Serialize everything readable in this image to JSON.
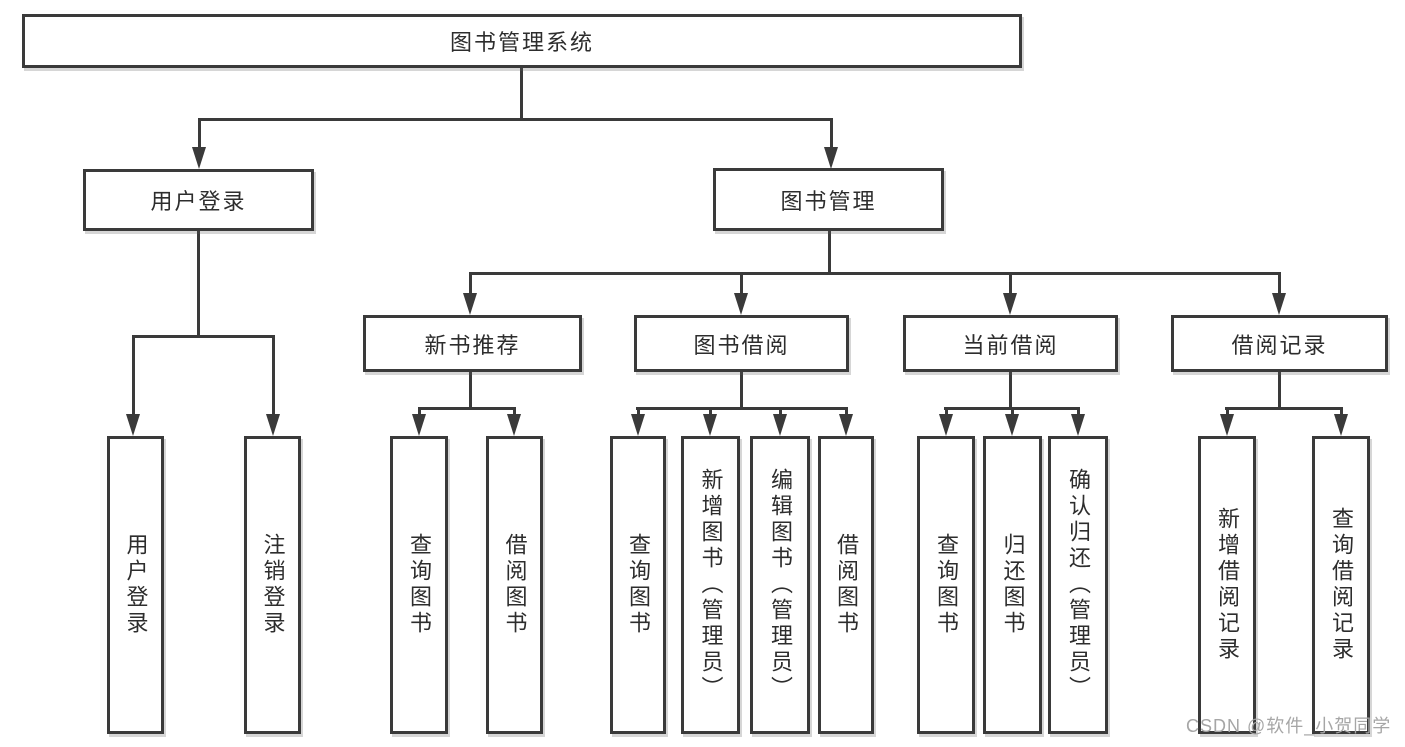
{
  "diagram": {
    "root": "图书管理系统",
    "branches": [
      {
        "label": "用户登录",
        "children": [
          "用户登录",
          "注销登录"
        ]
      },
      {
        "label": "图书管理",
        "sections": [
          {
            "label": "新书推荐",
            "children": [
              "查询图书",
              "借阅图书"
            ]
          },
          {
            "label": "图书借阅",
            "children": [
              "查询图书",
              "新增图书（管理员）",
              "编辑图书（管理员）",
              "借阅图书"
            ]
          },
          {
            "label": "当前借阅",
            "children": [
              "查询图书",
              "归还图书",
              "确认归还（管理员）"
            ]
          },
          {
            "label": "借阅记录",
            "children": [
              "新增借阅记录",
              "查询借阅记录"
            ]
          }
        ]
      }
    ]
  },
  "watermark": "CSDN @软件_小贺同学",
  "colors": {
    "line": "#3a3a3a",
    "box_border": "#3a3a3a",
    "text": "#2d2d2d",
    "background": "#ffffff",
    "watermark": "#a6a6a6"
  }
}
